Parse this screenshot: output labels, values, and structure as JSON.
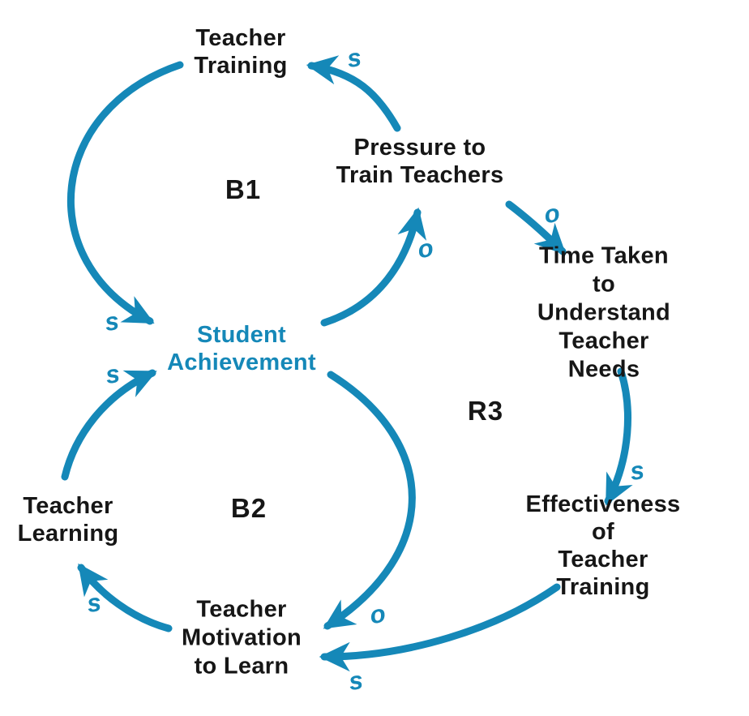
{
  "diagram": {
    "type": "causal-loop-diagram",
    "background_color": "#ffffff",
    "accent_color": "#1588B8",
    "text_color": "#161616",
    "nodes": [
      {
        "id": "teacher-training",
        "label": "Teacher\nTraining",
        "color": "#161616"
      },
      {
        "id": "pressure-to-train-teachers",
        "label": "Pressure to\nTrain Teachers",
        "color": "#161616"
      },
      {
        "id": "student-achievement",
        "label": "Student\nAchievement",
        "color": "#1588B8"
      },
      {
        "id": "time-taken-to-understand-teacher-needs",
        "label": "Time Taken\nto Understand\nTeacher Needs",
        "color": "#161616"
      },
      {
        "id": "effectiveness-of-teacher-training",
        "label": "Effectiveness of\nTeacher Training",
        "color": "#161616"
      },
      {
        "id": "teacher-learning",
        "label": "Teacher\nLearning",
        "color": "#161616"
      },
      {
        "id": "teacher-motivation-to-learn",
        "label": "Teacher\nMotivation\nto Learn",
        "color": "#161616"
      }
    ],
    "loop_labels": [
      {
        "id": "B1",
        "label": "B1"
      },
      {
        "id": "B2",
        "label": "B2"
      },
      {
        "id": "R3",
        "label": "R3"
      }
    ],
    "links": [
      {
        "from": "teacher-training",
        "to": "student-achievement",
        "polarity": "s"
      },
      {
        "from": "student-achievement",
        "to": "pressure-to-train-teachers",
        "polarity": "o"
      },
      {
        "from": "pressure-to-train-teachers",
        "to": "teacher-training",
        "polarity": "s"
      },
      {
        "from": "pressure-to-train-teachers",
        "to": "time-taken-to-understand-teacher-needs",
        "polarity": "o"
      },
      {
        "from": "time-taken-to-understand-teacher-needs",
        "to": "effectiveness-of-teacher-training",
        "polarity": "s"
      },
      {
        "from": "effectiveness-of-teacher-training",
        "to": "teacher-motivation-to-learn",
        "polarity": "s"
      },
      {
        "from": "student-achievement",
        "to": "teacher-motivation-to-learn",
        "polarity": "o"
      },
      {
        "from": "teacher-motivation-to-learn",
        "to": "teacher-learning",
        "polarity": "s"
      },
      {
        "from": "teacher-learning",
        "to": "student-achievement",
        "polarity": "s"
      }
    ]
  }
}
